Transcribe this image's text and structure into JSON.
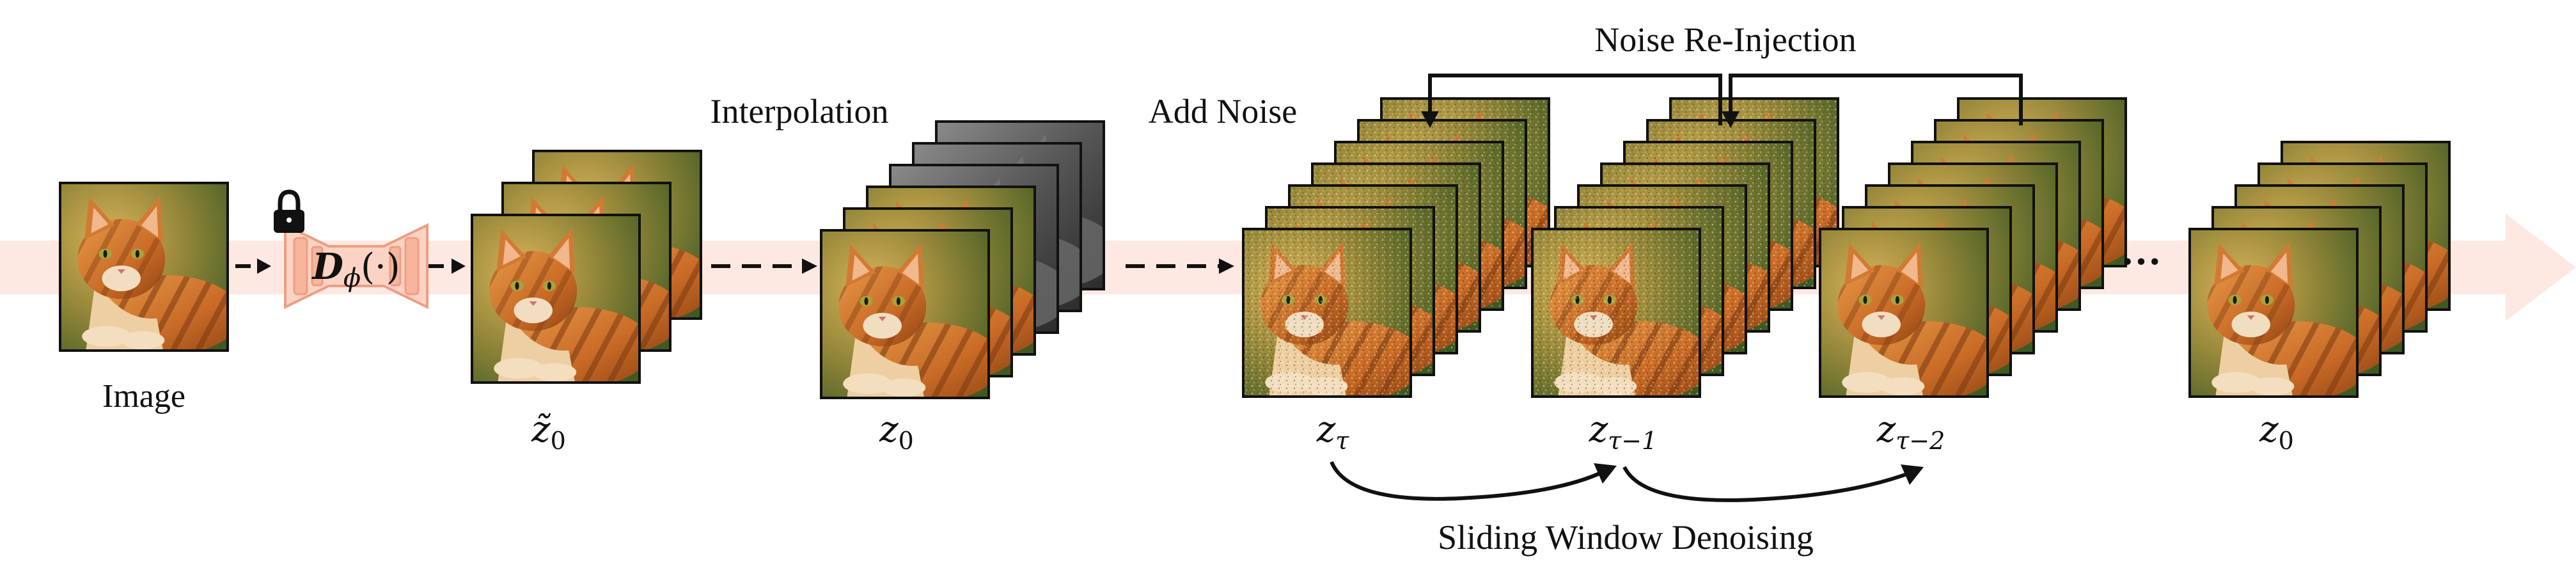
{
  "labels": {
    "image": "Image",
    "interpolation": "Interpolation",
    "add_noise": "Add Noise",
    "noise_reinjection": "Noise Re-Injection",
    "sliding_window": "Sliding Window Denoising",
    "ellipsis": "···"
  },
  "math": {
    "decoder_symbol": "D",
    "decoder_sub": "ϕ",
    "decoder_arg": "(·)",
    "z_tilde_0": "z̃",
    "z_tilde_sub": "0",
    "z0_a": "z",
    "z0_a_sub": "0",
    "z_tau": "z",
    "z_tau_sub": "τ",
    "z_tau_minus_1": "z",
    "z_tau_minus_1_sub": "τ−1",
    "z_tau_minus_2": "z",
    "z_tau_minus_2_sub": "τ−2",
    "z0_final": "z",
    "z0_final_sub": "0"
  },
  "icons": {
    "lock": "lock-icon",
    "cat_image": "cat-image-icon",
    "decoder": "decoder-block-icon"
  },
  "colors": {
    "background_arrow": "#fde8e2",
    "decoder_fill": "#fbd3c4",
    "decoder_stroke": "#ee9e82",
    "frame_border": "#111111",
    "arrow": "#111111"
  }
}
